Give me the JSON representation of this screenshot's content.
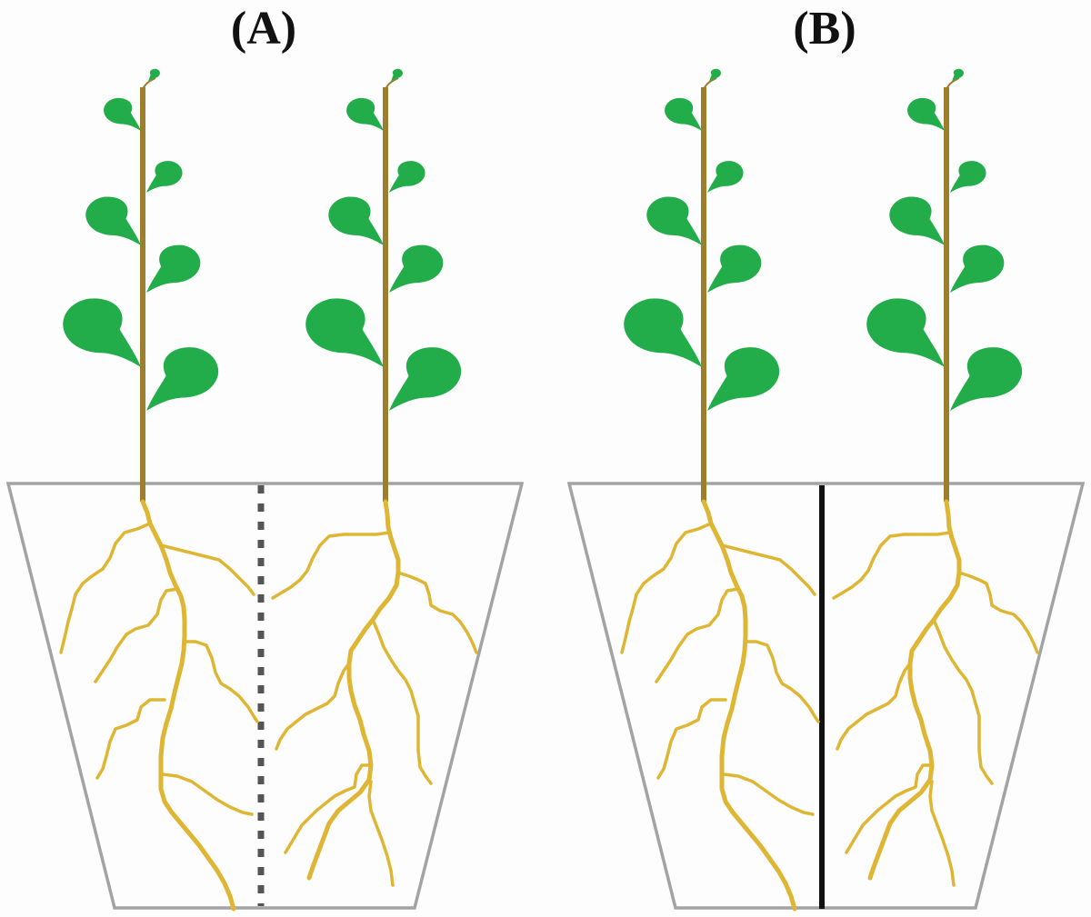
{
  "panels": [
    {
      "label": "(A)",
      "divider": "dashed",
      "plant_count": 2
    },
    {
      "label": "(B)",
      "divider": "solid",
      "plant_count": 2
    }
  ],
  "colors": {
    "leaf": "#22ad4a",
    "stem": "#9c7e2c",
    "root": "#dfb634",
    "pot_outline": "#a3a3a3",
    "divider_dashed": "#555555",
    "divider_solid": "#111111"
  }
}
